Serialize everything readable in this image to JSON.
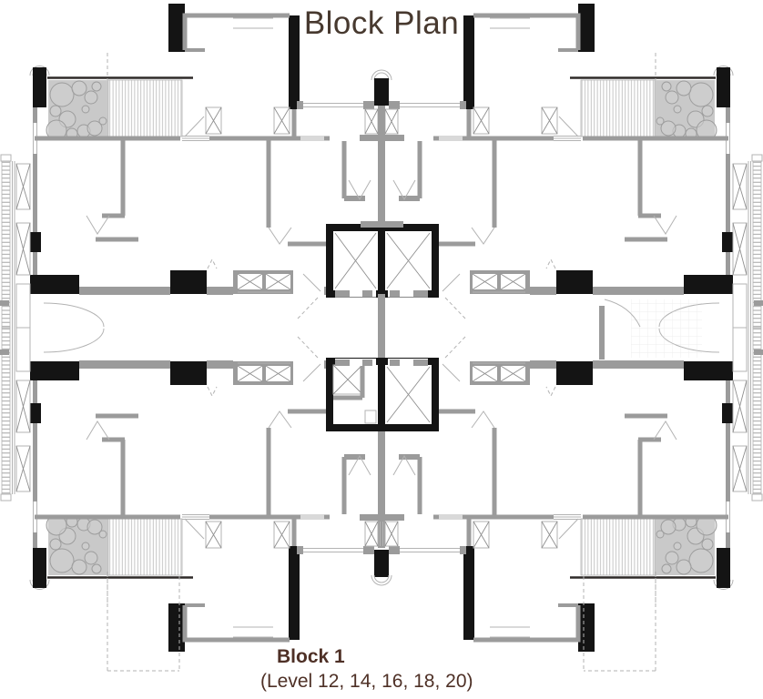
{
  "title": "Block Plan",
  "caption": {
    "block": "Block 1",
    "levels": "(Level 12, 14, 16, 18, 20)"
  },
  "colors": {
    "background": "#ffffff",
    "wall_gray": "#9b9b9b",
    "line_light": "#b3b3b3",
    "structure_black": "#141414",
    "terrace_fill": "#c9c9c9",
    "tree_outline": "#9d9d9d",
    "tree_fill": "#cfcfcf",
    "edge_dark": "#2e2a28",
    "title_color": "#47392f",
    "caption_color": "#4e3026"
  },
  "plan": {
    "symmetry": "four-quadrant mirrored apartment floor plate",
    "elements": [
      "corner-terrace-garden",
      "timber-deck",
      "lift-core",
      "central-corridor",
      "side-balcony",
      "structural-column",
      "door-swing",
      "service-shaft"
    ]
  }
}
